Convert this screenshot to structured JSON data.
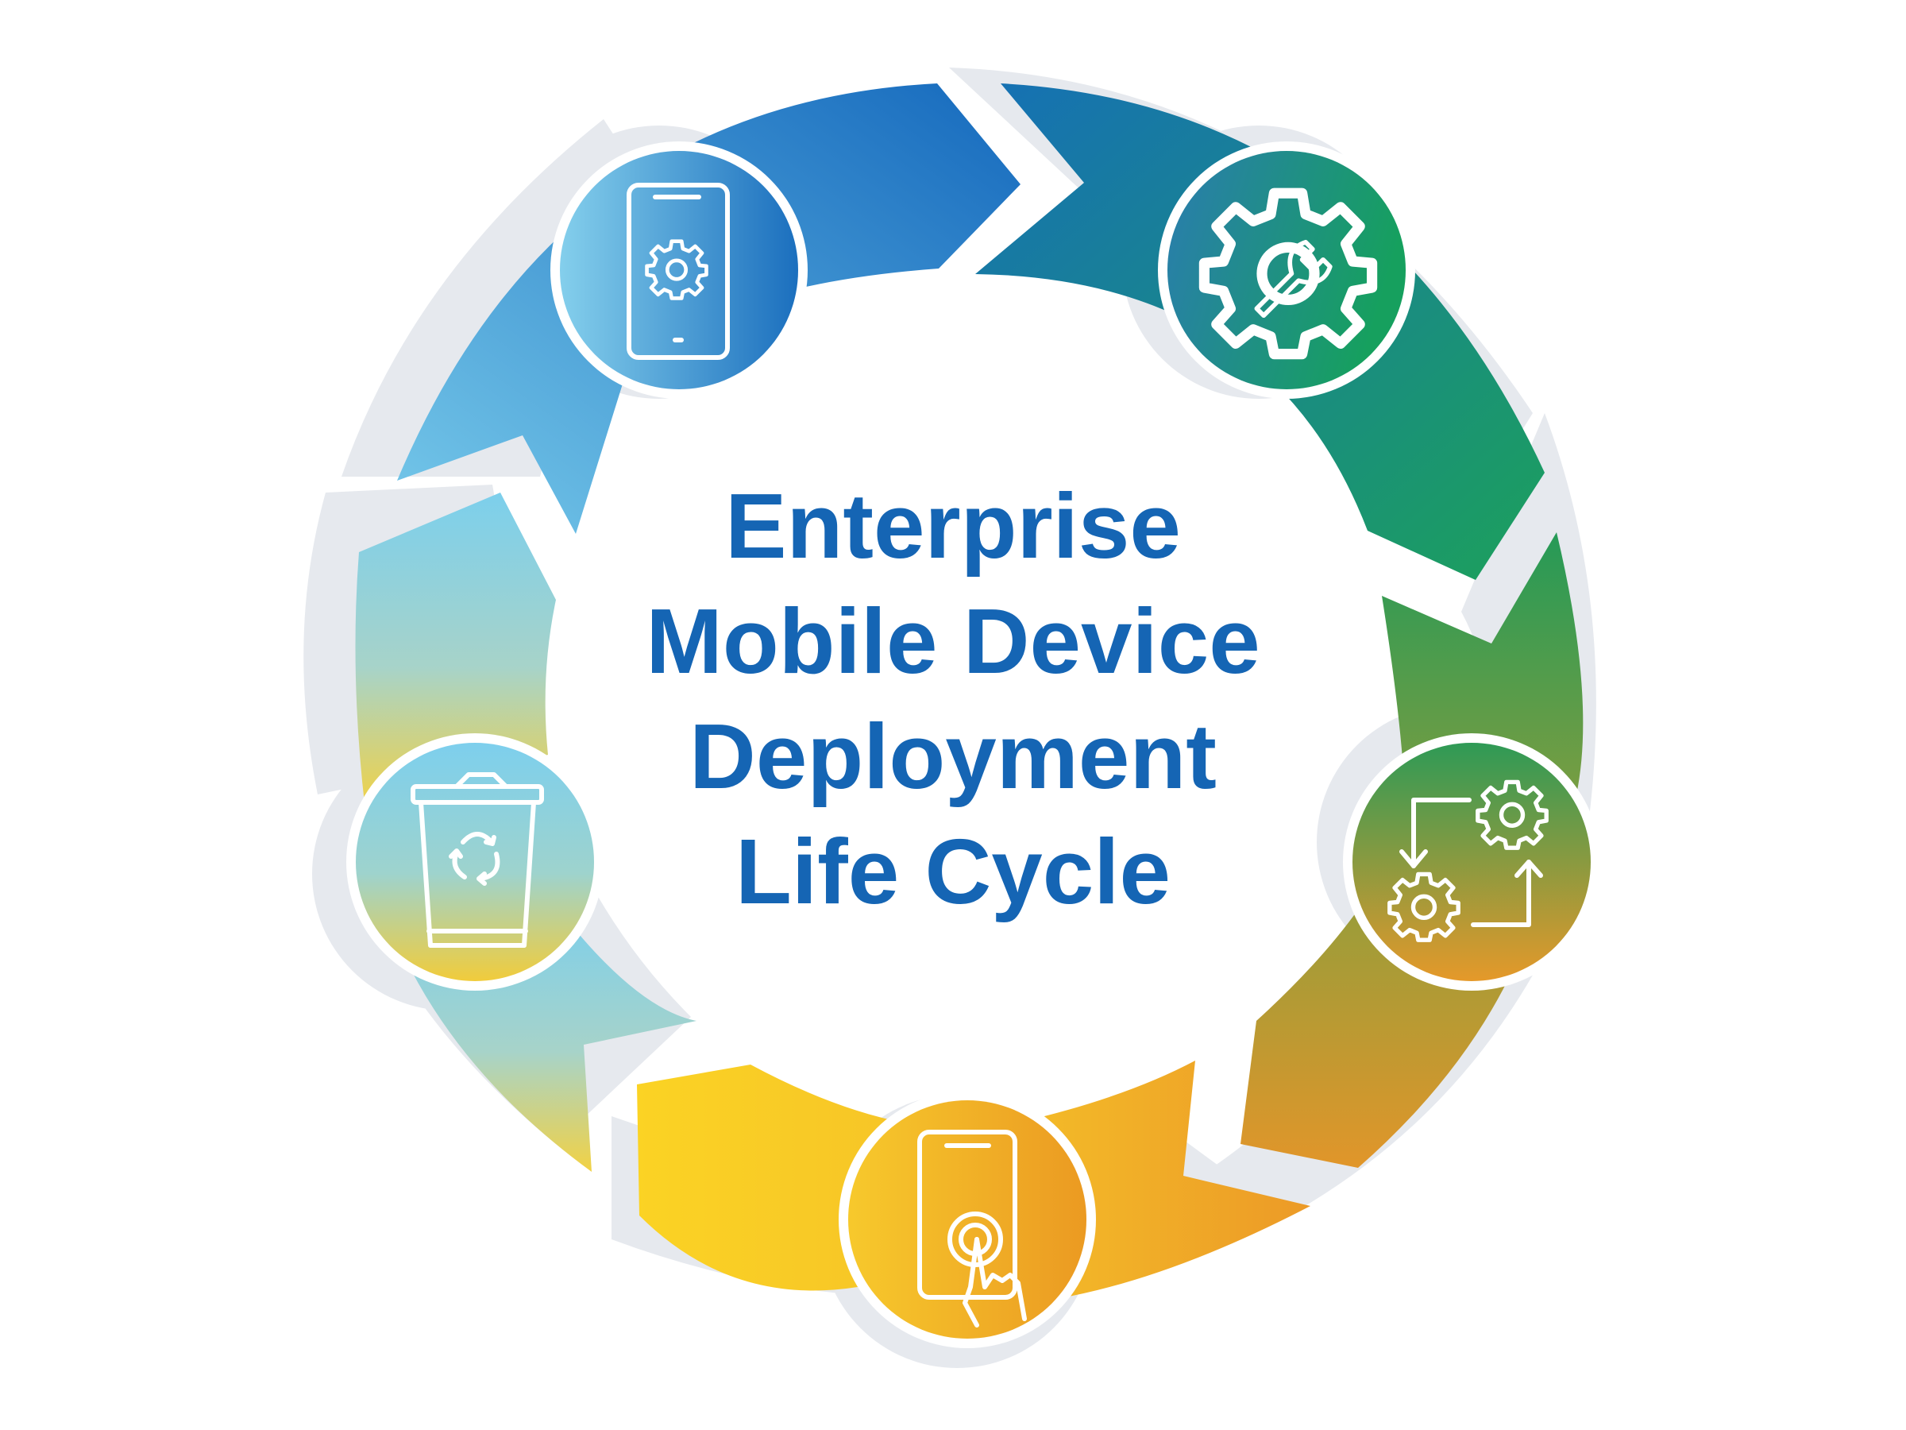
{
  "title": {
    "line1": "Enterprise",
    "line2": "Mobile Device",
    "line3": "Deployment",
    "line4": "Life Cycle"
  },
  "colors": {
    "title": "#1565b4",
    "shadow": "#e6e9ee",
    "ring": [
      "#6cc2e8",
      "#1a72bf",
      "#1a9b62",
      "#5e9a4c",
      "#dd9a2b",
      "#f6c62a",
      "#f0d04f",
      "#7fd0ea"
    ]
  },
  "stages": [
    {
      "icon": "phone-settings-icon"
    },
    {
      "icon": "wrench-gear-icon"
    },
    {
      "icon": "gears-cycle-icon"
    },
    {
      "icon": "phone-touch-icon"
    },
    {
      "icon": "recycle-bin-icon"
    }
  ]
}
